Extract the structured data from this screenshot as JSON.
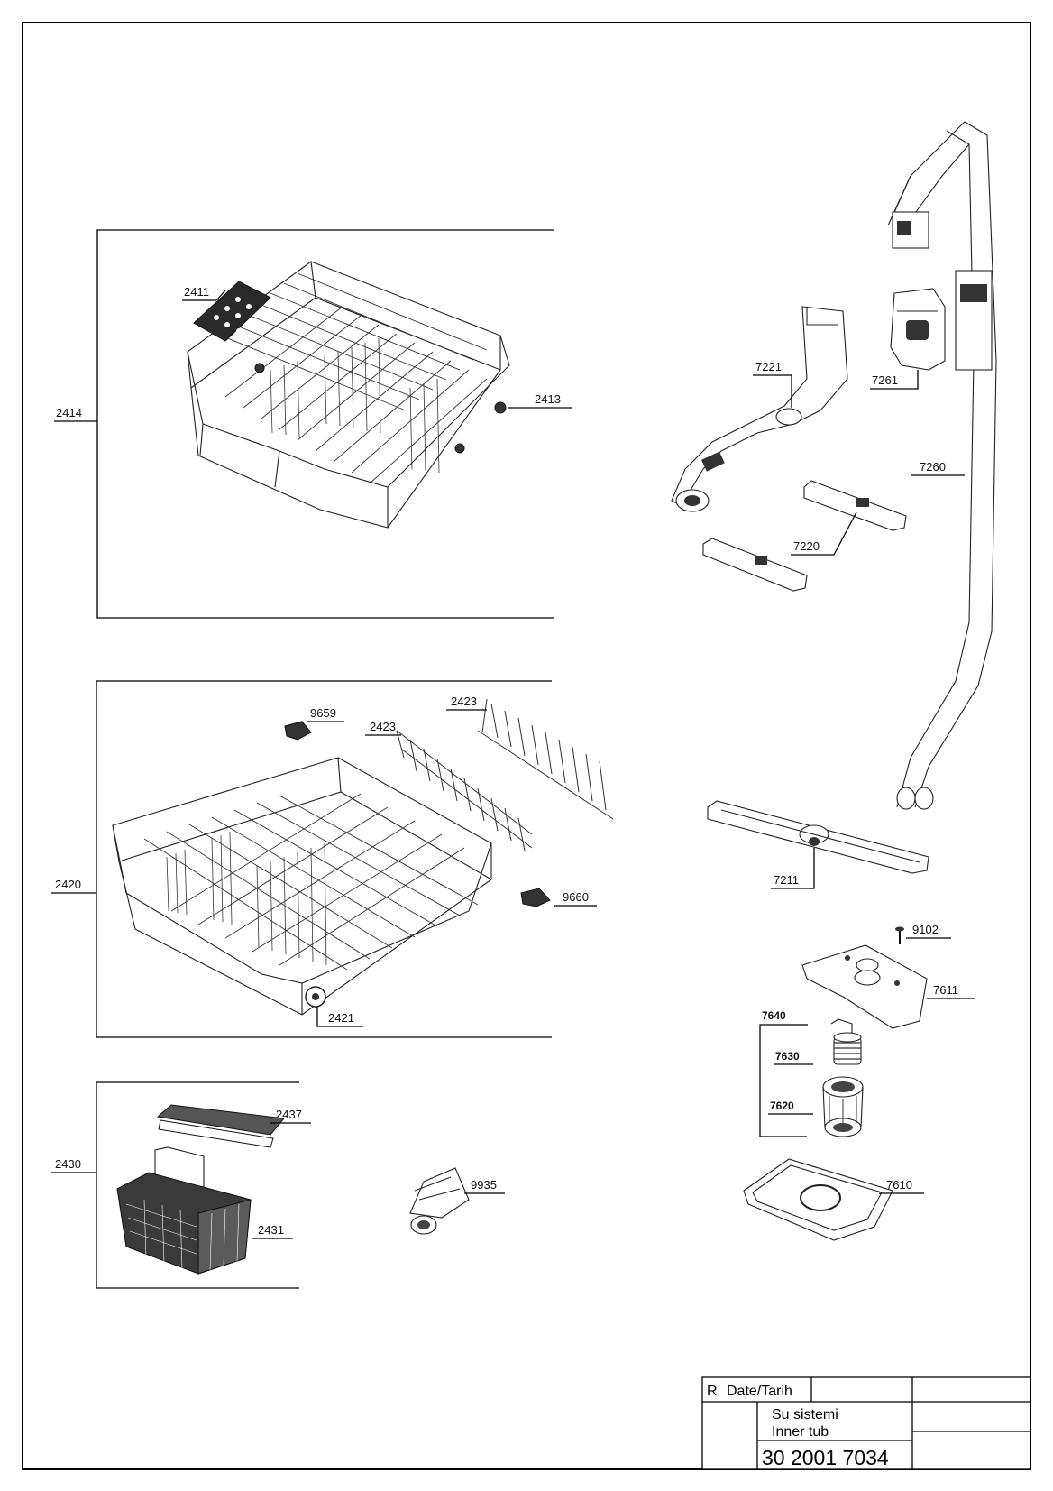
{
  "diagram": {
    "labels": {
      "p2411": "2411",
      "p2413": "2413",
      "p2414": "2414",
      "p2420": "2420",
      "p2421": "2421",
      "p2423a": "2423",
      "p2423b": "2423",
      "p9659": "9659",
      "p9660": "9660",
      "p2430": "2430",
      "p2431": "2431",
      "p2437": "2437",
      "p9935": "9935",
      "p7221": "7221",
      "p7261": "7261",
      "p7260": "7260",
      "p7220": "7220",
      "p7211": "7211",
      "p9102": "9102",
      "p7611": "7611",
      "p7640": "7640",
      "p7630": "7630",
      "p7620": "7620",
      "p7610": "7610"
    }
  },
  "title_block": {
    "revision": "R",
    "date_label": "Date/Tarih",
    "name_tr": "Su sistemi",
    "name_en": "Inner tub",
    "drawing_number": "30 2001 7034"
  }
}
